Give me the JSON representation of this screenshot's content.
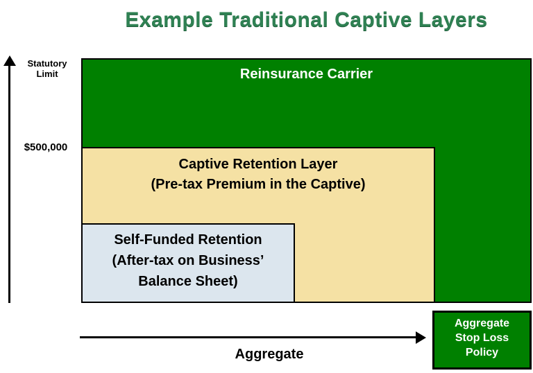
{
  "title": "Example Traditional Captive Layers",
  "colors": {
    "layer_green": "#008000",
    "layer_tan": "#f5e1a4",
    "layer_blue": "#dce6ee",
    "title_green": "#2f8153",
    "text_black": "#000000",
    "text_white": "#ffffff"
  },
  "axes": {
    "y_label_line1": "Statutory",
    "y_label_line2": "Limit",
    "y_tick": "$500,000",
    "x_label": "Aggregate"
  },
  "layers": {
    "reinsurance": {
      "label": "Reinsurance Carrier"
    },
    "captive": {
      "line1": "Captive Retention Layer",
      "line2": "(Pre-tax Premium in the Captive)"
    },
    "self_funded": {
      "line1": "Self-Funded Retention",
      "line2": "(After-tax on Business’",
      "line3": "Balance Sheet)"
    },
    "stop_loss": {
      "line1": "Aggregate",
      "line2": "Stop Loss",
      "line3": "Policy"
    }
  }
}
